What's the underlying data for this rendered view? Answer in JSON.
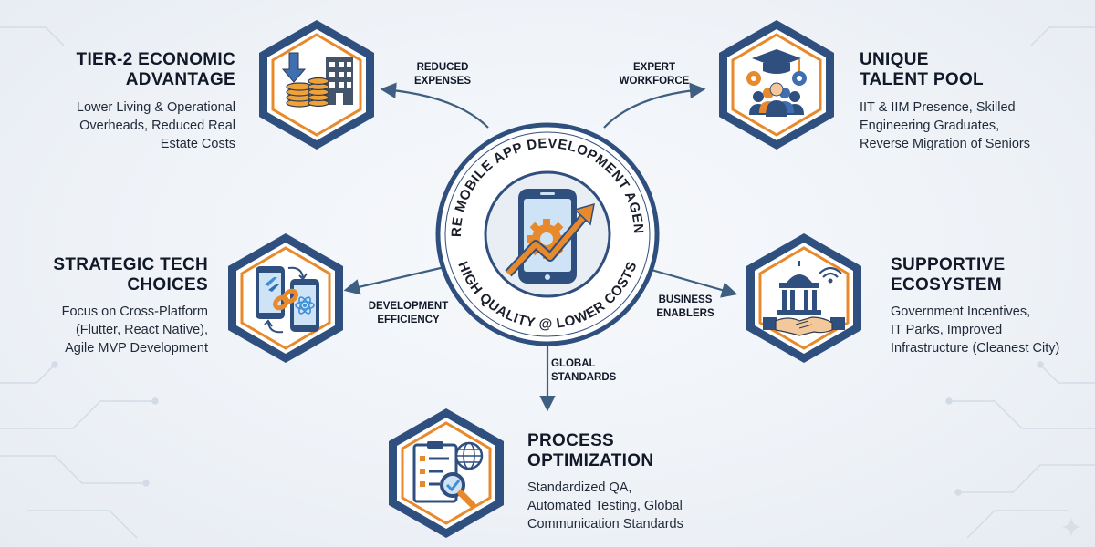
{
  "center": {
    "ring_text": "INDORE MOBILE APP DEVELOPMENT AGENCIES: HIGH QUALITY @ LOWER COSTS",
    "icon": "smartphone-gear-growth-icon"
  },
  "nodes": {
    "economic": {
      "title_line1": "TIER-2 ECONOMIC",
      "title_line2": "ADVANTAGE",
      "desc": [
        "Lower Living & Operational",
        "Overheads, Reduced Real",
        "Estate Costs"
      ],
      "icon": "coins-building-icon",
      "edge_label": [
        "REDUCED",
        "EXPENSES"
      ]
    },
    "talent": {
      "title_line1": "UNIQUE",
      "title_line2": "TALENT POOL",
      "desc": [
        "IIT & IIM Presence, Skilled",
        "Engineering Graduates,",
        "Reverse Migration of Seniors"
      ],
      "icon": "graduation-team-icon",
      "edge_label": [
        "EXPERT",
        "WORKFORCE"
      ]
    },
    "tech": {
      "title_line1": "STRATEGIC TECH",
      "title_line2": "CHOICES",
      "desc": [
        "Focus on Cross-Platform",
        "(Flutter, React Native),",
        "Agile MVP Development"
      ],
      "icon": "cross-platform-phones-icon",
      "edge_label": [
        "DEVELOPMENT",
        "EFFICIENCY"
      ]
    },
    "ecosystem": {
      "title_line1": "SUPPORTIVE",
      "title_line2": "ECOSYSTEM",
      "desc": [
        "Government Incentives,",
        "IT Parks, Improved",
        "Infrastructure (Cleanest City)"
      ],
      "icon": "government-handshake-icon",
      "edge_label": [
        "BUSINESS",
        "ENABLERS"
      ]
    },
    "process": {
      "title_line1": "PROCESS",
      "title_line2": "OPTIMIZATION",
      "desc": [
        "Standardized QA,",
        "Automated Testing, Global",
        "Communication Standards"
      ],
      "icon": "checklist-globe-icon",
      "edge_label": [
        "GLOBAL",
        "STANDARDS"
      ]
    }
  },
  "colors": {
    "navy": "#2f4f7f",
    "orange": "#e8892b",
    "arrow": "#3f5f82"
  }
}
